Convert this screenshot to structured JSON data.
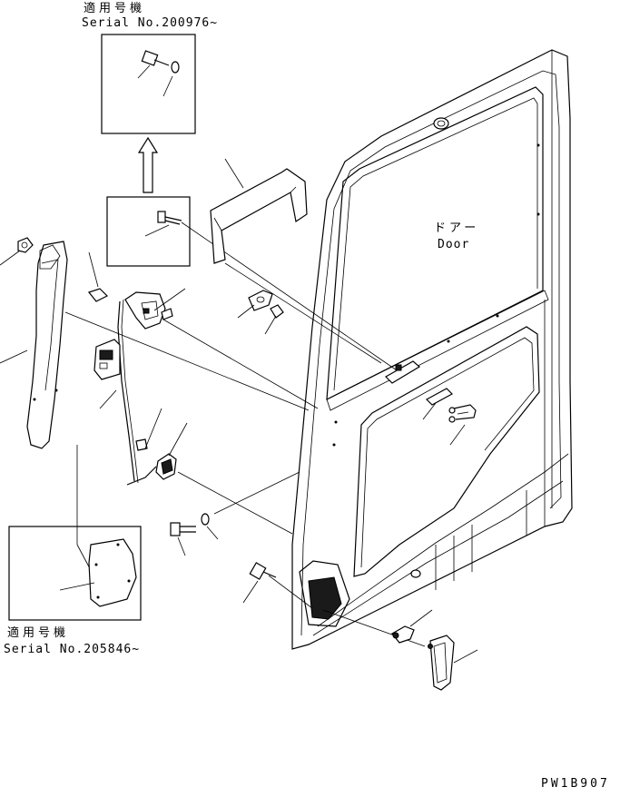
{
  "inset_top": {
    "serial_heading": "適用号機",
    "serial_number": "Serial No.200976~"
  },
  "inset_bottom": {
    "serial_heading": "適用号機",
    "serial_number": "Serial No.205846~"
  },
  "door": {
    "label_jp": "ドアー",
    "label_en": "Door"
  },
  "drawing_id": "PW1B907"
}
